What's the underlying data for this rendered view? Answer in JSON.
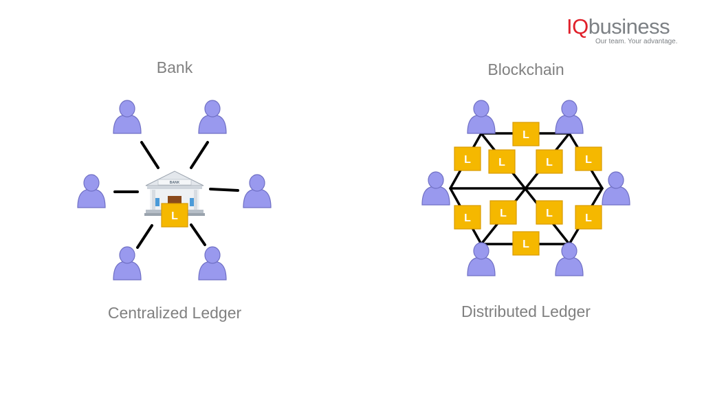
{
  "logo": {
    "iq": "IQ",
    "rest": "business",
    "tagline": "Our team. Your advantage."
  },
  "bank_section": {
    "heading": "Bank",
    "caption": "Centralized Ledger",
    "building_sign": "BANK",
    "ledger_label": "L"
  },
  "blockchain_section": {
    "heading": "Blockchain",
    "caption": "Distributed Ledger",
    "ledger_label": "L"
  },
  "colors": {
    "person": "#9999ee",
    "person_outline": "#6f6fc4",
    "ledger": "#f5b800",
    "ledger_border": "#d89b00",
    "edge": "#000000",
    "text": "#808080",
    "brand_red": "#e0202a",
    "brand_gray": "#7d8185"
  },
  "icons": {
    "person": "user-icon",
    "ledger": "ledger-box-icon",
    "bank": "bank-building-icon"
  }
}
